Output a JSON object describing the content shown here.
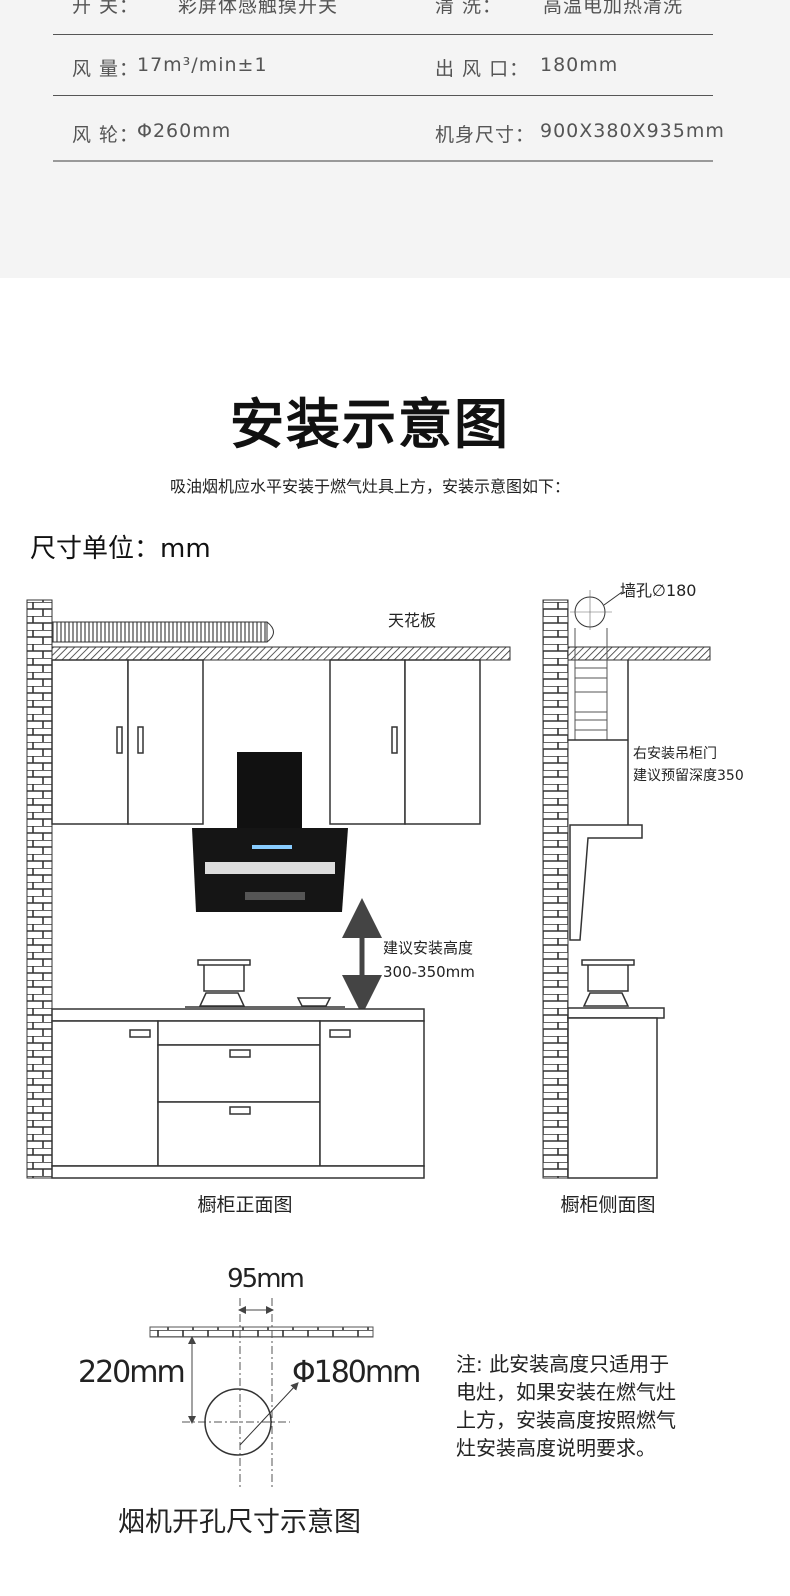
{
  "specs": [
    {
      "l_label": "开    关：",
      "l_value": "彩屏体感触摸开关",
      "r_label": "清      洗：",
      "r_value": "高温电加热清洗"
    },
    {
      "l_label": "风    量：",
      "l_value": "17m³/min±1",
      "r_label": "出 风 口：",
      "r_value": "180mm"
    },
    {
      "l_label": "风    轮：",
      "l_value": "Φ260mm",
      "r_label": "机身尺寸：",
      "r_value": "900X380X935mm"
    }
  ],
  "section": {
    "title": "安装示意图",
    "subtitle": "吸油烟机应水平安装于燃气灶具上方，安装示意图如下：",
    "unit": "尺寸单位：mm"
  },
  "front": {
    "ceiling": "天花板",
    "height_line1": "建议安装高度",
    "height_line2": "300-350mm",
    "caption": "橱柜正面图"
  },
  "side": {
    "hole": "墙孔∅180",
    "door_line1": "右安装吊柜门",
    "door_line2": "建议预留深度350",
    "caption": "橱柜侧面图"
  },
  "hole": {
    "spacing": "95mm",
    "height": "220mm",
    "diameter": "Φ180mm",
    "caption": "烟机开孔尺寸示意图"
  },
  "note": [
    "注: 此安装高度只适用于",
    "电灶，如果安装在燃气灶",
    "上方，安装高度按照燃气",
    "灶安装高度说明要求。"
  ]
}
